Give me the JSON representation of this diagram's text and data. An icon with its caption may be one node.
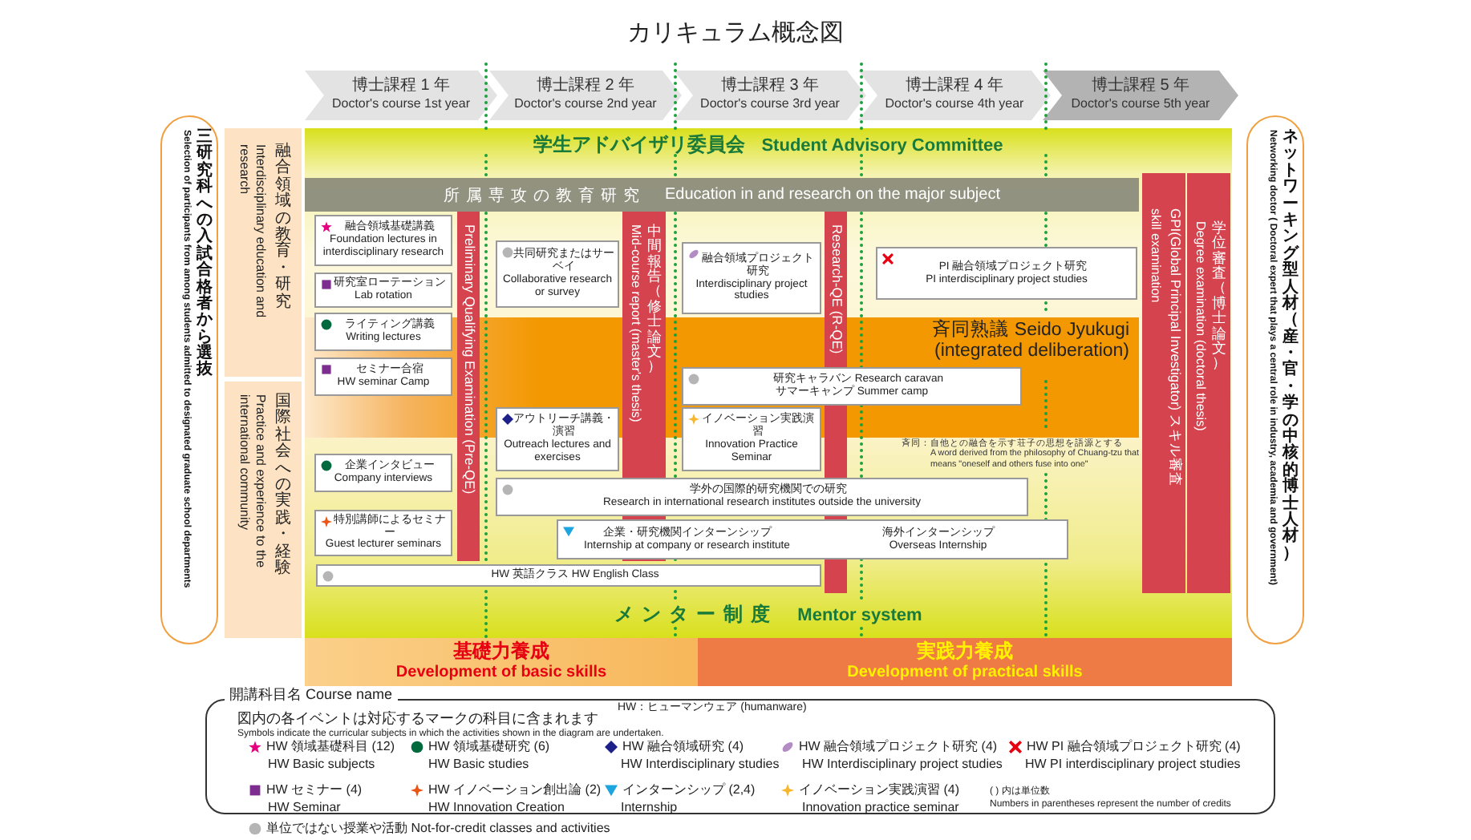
{
  "diagram": {
    "title": "カリキュラム概念図",
    "nodes": [
      {
        "text": [
          "博士課程 1 年",
          "Doctor's course 1st year"
        ]
      },
      {
        "text": [
          "博士課程 2 年",
          "Doctor's course 2nd year"
        ]
      },
      {
        "text": [
          "博士課程 3 年",
          "Doctor's course 3rd year"
        ]
      },
      {
        "text": [
          "博士課程 4 年",
          "Doctor's course 4th year"
        ]
      },
      {
        "text": [
          "博士課程 5 年",
          "Doctor's course 5th year"
        ]
      },
      {
        "text": [
          "三研究科への入試合格者から選抜",
          "Selection of participants from among students admitted to designated graduate school departments"
        ]
      },
      {
        "text": [
          "学生アドバイザリ委員会",
          "Student Advisory Committee",
          "メンター制度",
          "Mentor system"
        ]
      },
      {
        "text": [
          "所属専攻の教育研究",
          "Education in and research on the major subject"
        ],
        "in": 6
      },
      {
        "text": [
          "斉同熟議 Seido Jyukugi",
          "(integrated deliberation)"
        ],
        "in": 6,
        "beside": [
          "斉同：自他との融合を示す荘子の思想を語源とする",
          "A word derived from the philosophy of Chuang-tzu that means \"oneself and others fuse into one\""
        ]
      },
      {
        "text": [
          "Preliminary Qualifying Examination (Pre-QE)"
        ],
        "in": 6
      },
      {
        "text": [
          "中間報告（修士論文）",
          "Mid-course report (master's thesis)"
        ],
        "in": 6
      },
      {
        "text": [
          "Research-QE (R-QE)"
        ],
        "in": 6
      },
      {
        "text": [
          "GPI(Global Principal Investigator) スキル審査",
          "skill examination"
        ],
        "in": 6
      },
      {
        "text": [
          "学位審査（博士論文）",
          "Degree examination (doctoral thesis)"
        ],
        "in": 6
      },
      {
        "text": [
          "融合領域の教育・研究",
          "Interdisciplinary education and research"
        ]
      },
      {
        "text": [
          "国際社会への実践・経験",
          "Practice and experience to the international community"
        ]
      },
      {
        "text": [
          "融合領域基礎講義",
          "Foundation lectures in interdisciplinary research"
        ],
        "in": 6
      },
      {
        "text": [
          "研究室ローテーション",
          "Lab rotation"
        ],
        "in": 6
      },
      {
        "text": [
          "ライティング講義",
          "Writing lectures"
        ],
        "in": 6
      },
      {
        "text": [
          "セミナー合宿",
          "HW seminar Camp"
        ],
        "in": 8
      },
      {
        "text": [
          "共同研究またはサーベイ",
          "Collaborative research or survey"
        ],
        "in": 6
      },
      {
        "text": [
          "融合領域プロジェクト研究",
          "Interdisciplinary project studies"
        ],
        "in": 6
      },
      {
        "text": [
          "PI 融合領域プロジェクト研究",
          "PI interdisciplinary project studies"
        ],
        "in": 6
      },
      {
        "text": [
          "研究キャラバン Research caravan",
          "サマーキャンプ Summer camp"
        ],
        "in": 8
      },
      {
        "text": [
          "アウトリーチ講義・演習",
          "Outreach lectures and exercises"
        ],
        "in": 6
      },
      {
        "text": [
          "イノベーション実践演習",
          "Innovation Practice Seminar"
        ],
        "in": 6
      },
      {
        "text": [
          "企業インタビュー",
          "Company interviews"
        ],
        "in": 6
      },
      {
        "text": [
          "特別講師によるセミナー",
          "Guest lecturer seminars"
        ],
        "in": 6
      },
      {
        "text": [
          "学外の国際的研究機関での研究",
          "Research in international research institutes outside the university"
        ],
        "in": 6
      },
      {
        "text": [
          "企業・研究機関インターンシップ",
          "Internship at company or research institute",
          "海外インターンシップ",
          "Overseas Internship"
        ],
        "in": 6
      },
      {
        "text": [
          "HW 英語クラス HW English Class"
        ],
        "in": 6
      },
      {
        "text": [
          "基礎力養成",
          "Development of basic skills"
        ]
      },
      {
        "text": [
          "実践力養成",
          "Development of practical skills"
        ]
      },
      {
        "text": [
          "ネットワーキング型人材（産・官・学の中核的博士人材）",
          "Networking doctor ( Doctoral expert that plays a central role in industry, academia and government)"
        ]
      }
    ],
    "labels": [
      "開講科目名 Course name",
      "HW：ヒューマンウェア (humanware)",
      "図内の各イベントは対応するマークの科目に含まれます",
      "Symbols indicate the curricular subjects in which the activities shown in the diagram are undertaken.",
      "HW Basic subjects",
      "HW Basic studies",
      "HW Interdisciplinary studies",
      "HW Interdisciplinary project studies",
      "HW PI interdisciplinary project studies",
      "HW Seminar",
      "HW Innovation Creation",
      "Internship",
      "Innovation practice seminar",
      "( ) 内は単位数",
      "Numbers in parentheses represent the number of credits"
    ],
    "legend": [
      {
        "text": "HW 領域基礎科目 (12)"
      },
      {
        "text": "HW 領域基礎研究 (6)"
      },
      {
        "text": "HW 融合領域研究 (4)"
      },
      {
        "text": "HW 融合領域プロジェクト研究 (4)"
      },
      {
        "text": "HW PI 融合領域プロジェクト研究 (4)"
      },
      {
        "text": "HW セミナー (4)"
      },
      {
        "text": "HW イノベーション創出論 (2)"
      },
      {
        "text": "インターンシップ (2,4)"
      },
      {
        "text": "イノベーション実践演習 (4)"
      },
      {
        "text": "単位ではない授業や活動 Not-for-credit classes and activities"
      }
    ]
  }
}
